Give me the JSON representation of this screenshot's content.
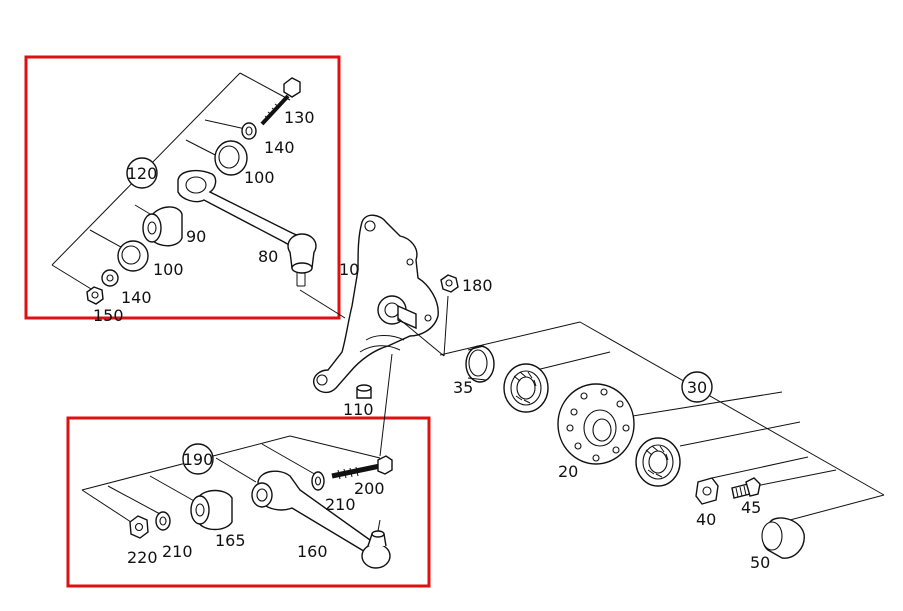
{
  "diagram": {
    "highlight_color": "#dd1111",
    "line_color": "#111111",
    "labels": {
      "l130": "130",
      "l140a": "140",
      "l100a": "100",
      "l120": "120",
      "l90": "90",
      "l100b": "100",
      "l80": "80",
      "l140b": "140",
      "l150": "150",
      "l10": "10",
      "l180": "180",
      "l35": "35",
      "l30": "30",
      "l110": "110",
      "l20": "20",
      "l190": "190",
      "l200": "200",
      "l210a": "210",
      "l40": "40",
      "l45": "45",
      "l220": "220",
      "l210b": "210",
      "l165": "165",
      "l160": "160",
      "l50": "50"
    }
  }
}
